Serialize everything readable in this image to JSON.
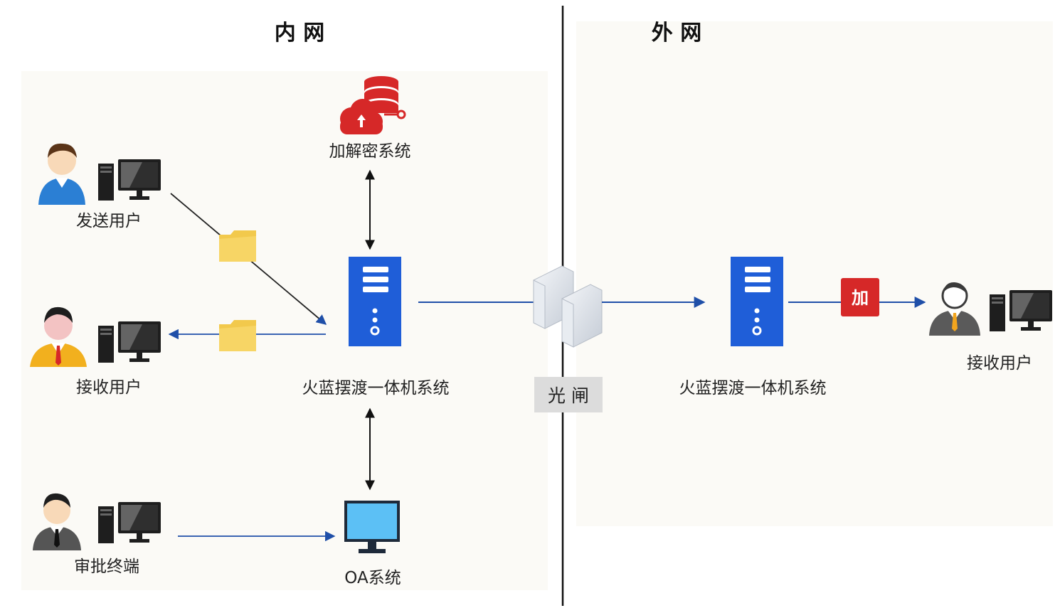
{
  "zones": {
    "intranet": "内 网",
    "extranet": "外 网"
  },
  "nodes": {
    "crypto": "加解密系统",
    "sender": "发送用户",
    "receiver_in": "接收用户",
    "approval": "审批终端",
    "oa": "OA系统",
    "ferry_in": "火蓝摆渡一体机系统",
    "gate": "光 闸",
    "ferry_out": "火蓝摆渡一体机系统",
    "receiver_out": "接收用户"
  },
  "badge": "加",
  "colors": {
    "server_blue": "#1f5ed8",
    "arrow_blue": "#1f4fa8",
    "red": "#d62828",
    "folder": "#f7d565",
    "gate_panel": "#dcdcdc"
  },
  "icons": {
    "user": "user-icon",
    "computer": "computer-icon",
    "server": "server-icon",
    "folder": "folder-icon",
    "database": "cloud-database-icon",
    "monitor": "monitor-icon",
    "gate": "optical-gate-icon"
  }
}
